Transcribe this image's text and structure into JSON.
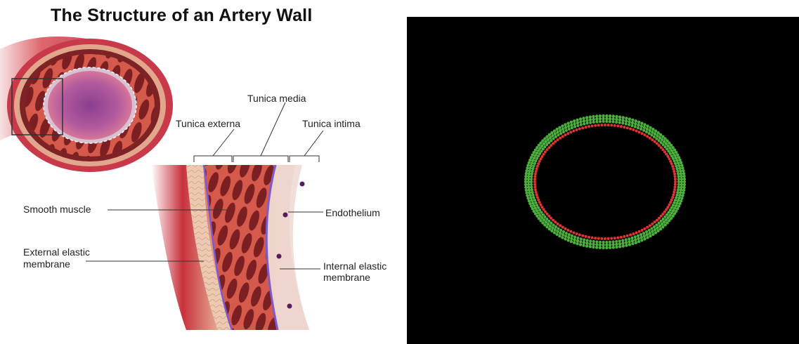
{
  "diagram": {
    "title": "The Structure of an Artery Wall",
    "labels": {
      "tunica_media": "Tunica media",
      "tunica_externa": "Tunica externa",
      "tunica_intima": "Tunica intima",
      "smooth_muscle": "Smooth muscle",
      "endothelium": "Endothelium",
      "external_elastic_line1": "External elastic",
      "external_elastic_line2": "membrane",
      "internal_elastic_line1": "Internal elastic",
      "internal_elastic_line2": "membrane"
    },
    "colors": {
      "artery_red": "#c0303a",
      "muscle": "#8e2a2a",
      "lumen": "#a04f9c",
      "elastic": "#7a5bd0",
      "externa": "#e3b79a"
    }
  },
  "simulation": {
    "background": "#000000",
    "outer_ring_color": "#4caf3c",
    "inner_ring_color": "#e0342f"
  }
}
